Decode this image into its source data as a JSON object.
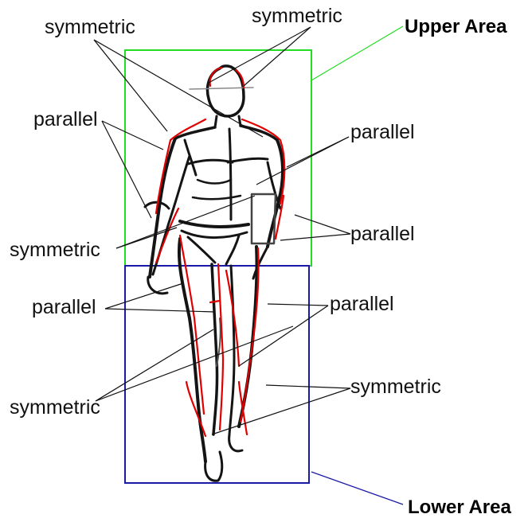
{
  "areas": {
    "upper": {
      "label": "Upper Area",
      "color": "#22dd22"
    },
    "lower": {
      "label": "Lower Area",
      "color": "#1a1aa8"
    }
  },
  "labels": {
    "symmetric_top_left": "symmetric",
    "symmetric_top_center": "symmetric",
    "parallel_upper_left": "parallel",
    "parallel_upper_right": "parallel",
    "symmetric_mid_left": "symmetric",
    "parallel_mid_right": "parallel",
    "parallel_lower_left": "parallel",
    "parallel_lower_right": "parallel",
    "symmetric_bottom_left": "symmetric",
    "symmetric_bottom_right": "symmetric"
  },
  "colors": {
    "sketch": "#141414",
    "highlight": "#e00000",
    "leader": "#111111"
  }
}
